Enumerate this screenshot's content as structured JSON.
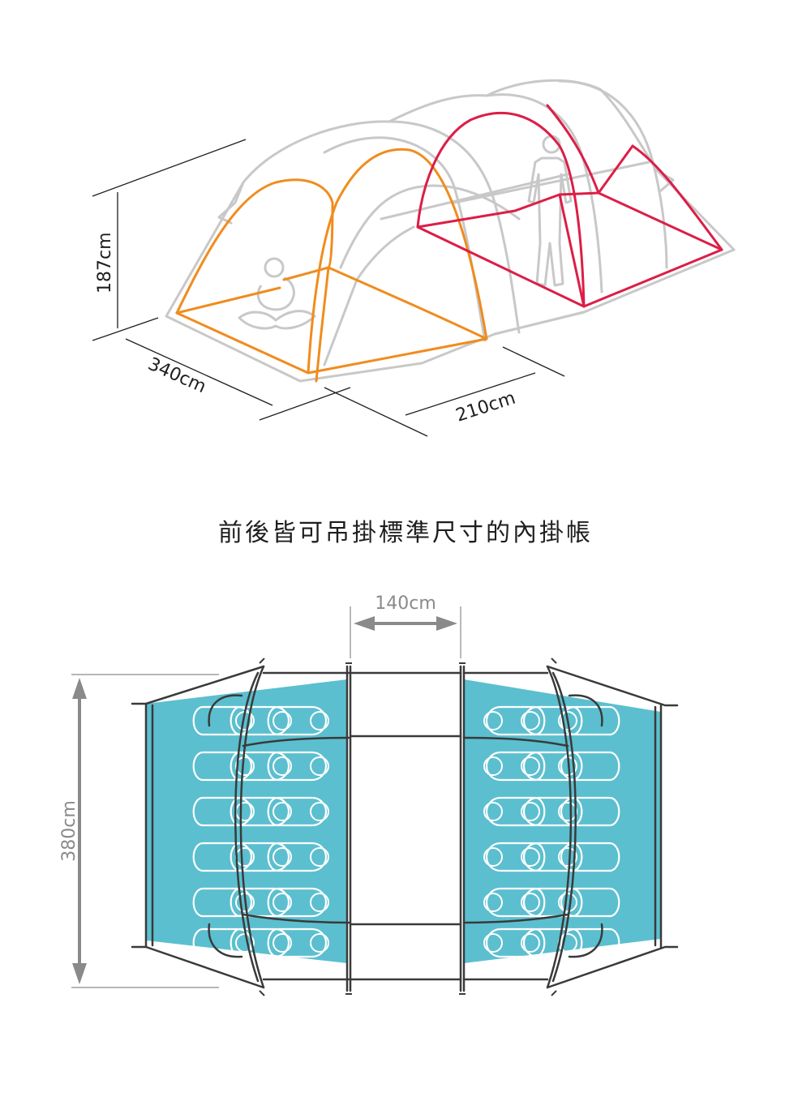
{
  "iso_view": {
    "height_label": "187cm",
    "depth_label": "340cm",
    "width_label": "210cm",
    "front_inner_tent_color": "#f08c1e",
    "rear_inner_tent_color": "#dc1e46",
    "outline_color": "#c8c8c8"
  },
  "caption": "前後皆可吊掛標準尺寸的內掛帳",
  "plan_view": {
    "top_label": "140cm",
    "side_label": "380cm",
    "inner_fill_color": "#5bbfcf",
    "sleeping_bags_per_side": 18
  }
}
